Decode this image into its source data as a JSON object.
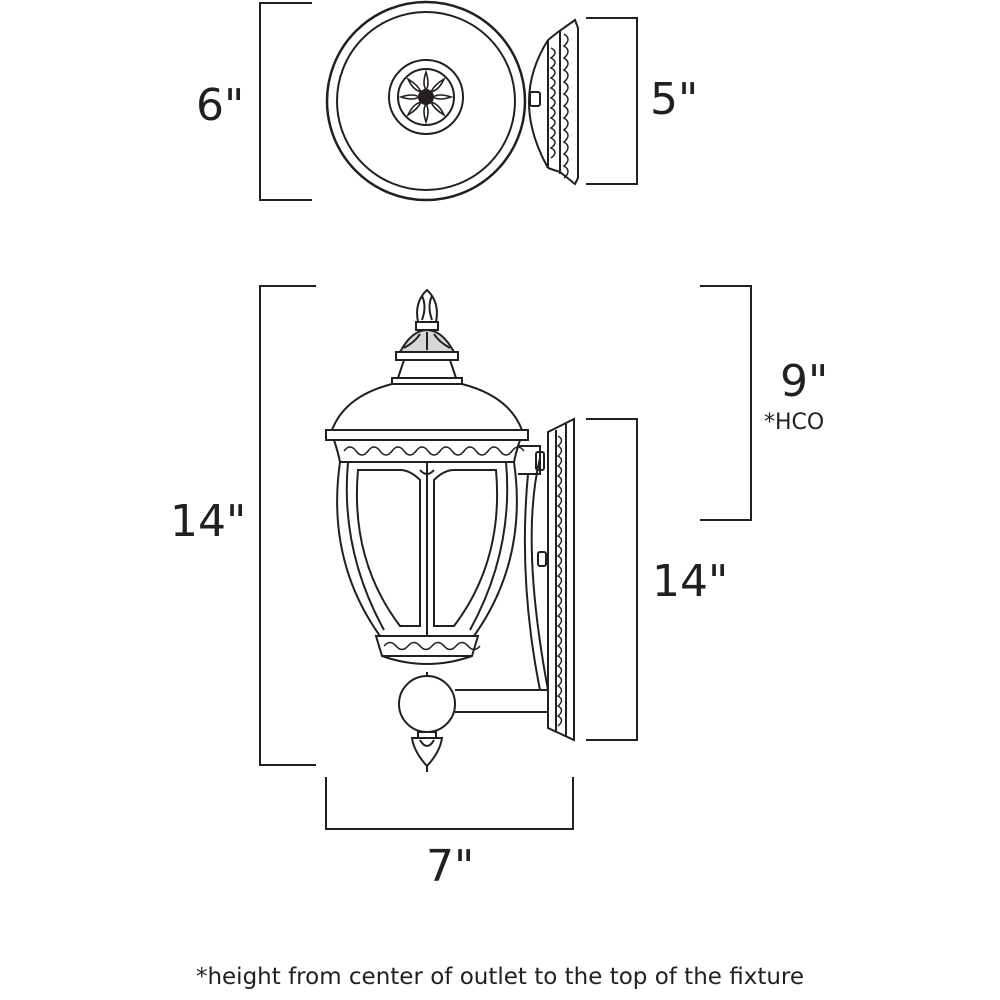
{
  "dimensions": {
    "top_view_depth": "6\"",
    "top_view_backplate": "5\"",
    "overall_height": "14\"",
    "hco_height": "9\"",
    "hco_marker": "*HCO",
    "backplate_height": "14\"",
    "width": "7\""
  },
  "footnote": "*height from center of outlet to the top of the fixture",
  "colors": {
    "line": "#231f20",
    "background": "#ffffff"
  }
}
